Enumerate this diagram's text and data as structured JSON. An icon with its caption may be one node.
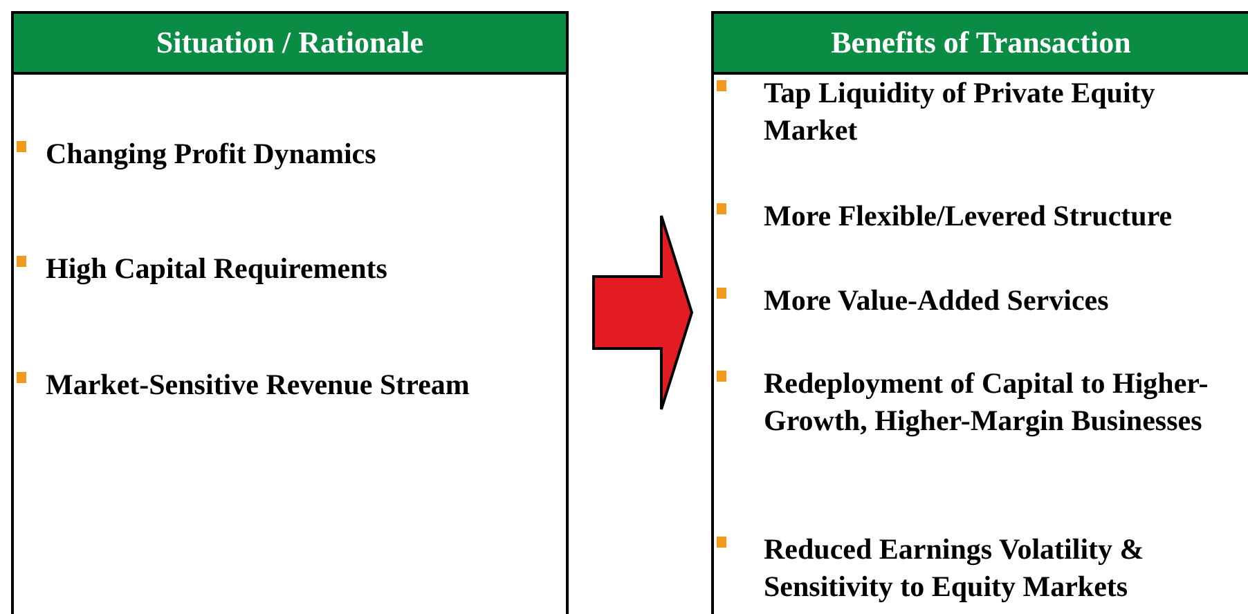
{
  "diagram": {
    "nodes": [
      {
        "text": [
          "Situation / Rationale",
          "Changing Profit Dynamics",
          "High Capital Requirements",
          "Market-Sensitive Revenue Stream"
        ]
      },
      {
        "text": [
          "Benefits of Transaction",
          "Tap Liquidity of Private Equity Market",
          "More Flexible/Levered Structure",
          "More Value-Added Services",
          "Redeployment of Capital to Higher-Growth, Higher-Margin Businesses",
          "Reduced Earnings Volatility & Sensitivity to Equity Markets"
        ]
      }
    ],
    "edges": [
      {
        "from": 0,
        "to": 1,
        "arrow": "to",
        "style": "thick",
        "color": "#e31b23"
      }
    ]
  }
}
